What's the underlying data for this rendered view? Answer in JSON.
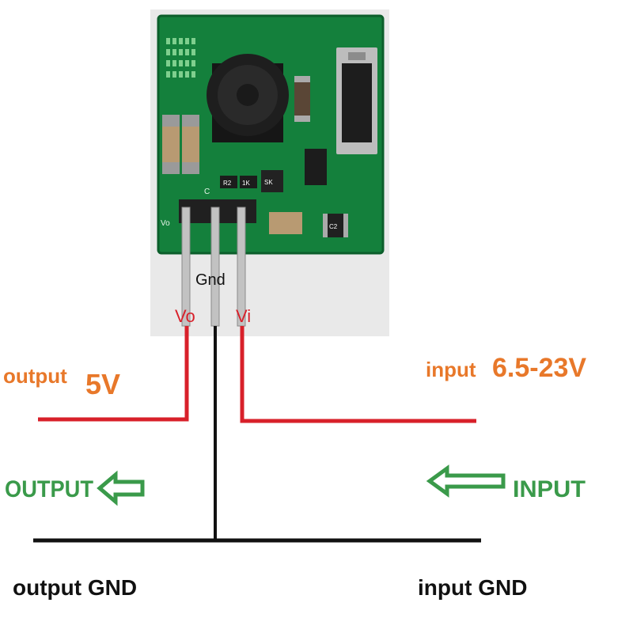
{
  "module": {
    "pin_labels": {
      "vo_pin": "Vo",
      "gnd": "Gnd",
      "vi": "Vi"
    },
    "silkscreen": {
      "pin_vo": "Vo",
      "cap_mark": "C",
      "resistor_mark": "R2",
      "sense_mark": "1K",
      "ic_mark": "SK",
      "small_cap_mark": "C2"
    }
  },
  "output": {
    "label": "output",
    "voltage": "5V",
    "direction_label": "OUTPUT",
    "gnd_label": "output GND"
  },
  "input": {
    "label": "input",
    "voltage": "6.5-23V",
    "direction_label": "INPUT",
    "gnd_label": "input GND"
  },
  "colors": {
    "wire_red": "#d8202a",
    "wire_black": "#111111",
    "label_orange": "#e8782a",
    "arrow_green": "#3a9a4a",
    "pcb_green": "#14803c",
    "photo_bg": "#e9e9e9"
  }
}
